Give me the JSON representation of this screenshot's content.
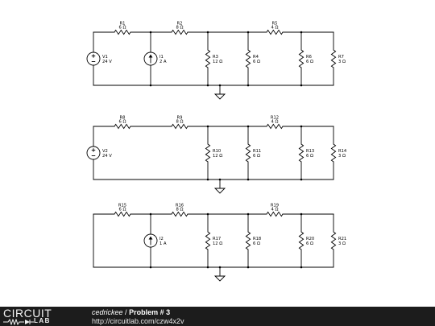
{
  "circuits": [
    {
      "resistors": [
        {
          "id": "R1",
          "value": "6 Ω"
        },
        {
          "id": "R2",
          "value": "8 Ω"
        },
        {
          "id": "R3",
          "value": "12 Ω"
        },
        {
          "id": "R4",
          "value": "6 Ω"
        },
        {
          "id": "R5",
          "value": "4 Ω"
        },
        {
          "id": "R6",
          "value": "6 Ω"
        },
        {
          "id": "R7",
          "value": "3 Ω"
        }
      ],
      "voltage_source": {
        "id": "V1",
        "value": "24 V"
      },
      "current_source": {
        "id": "I1",
        "value": "2 A"
      }
    },
    {
      "resistors": [
        {
          "id": "R8",
          "value": "6 Ω"
        },
        {
          "id": "R9",
          "value": "8 Ω"
        },
        {
          "id": "R10",
          "value": "12 Ω"
        },
        {
          "id": "R11",
          "value": "6 Ω"
        },
        {
          "id": "R12",
          "value": "4 Ω"
        },
        {
          "id": "R13",
          "value": "6 Ω"
        },
        {
          "id": "R14",
          "value": "3 Ω"
        }
      ],
      "voltage_source": {
        "id": "V2",
        "value": "24 V"
      }
    },
    {
      "resistors": [
        {
          "id": "R15",
          "value": "6 Ω"
        },
        {
          "id": "R16",
          "value": "8 Ω"
        },
        {
          "id": "R17",
          "value": "12 Ω"
        },
        {
          "id": "R18",
          "value": "6 Ω"
        },
        {
          "id": "R19",
          "value": "4 Ω"
        },
        {
          "id": "R20",
          "value": "6 Ω"
        },
        {
          "id": "R21",
          "value": "3 Ω"
        }
      ],
      "current_source": {
        "id": "I2",
        "value": "1 A"
      }
    }
  ],
  "footer": {
    "logo_text_top": "CIRCUIT",
    "logo_text_bottom": "LAB",
    "user": "cedrickee",
    "separator": "/",
    "title": "Problem # 3",
    "url": "http://circuitlab.com/czw4x2v"
  }
}
